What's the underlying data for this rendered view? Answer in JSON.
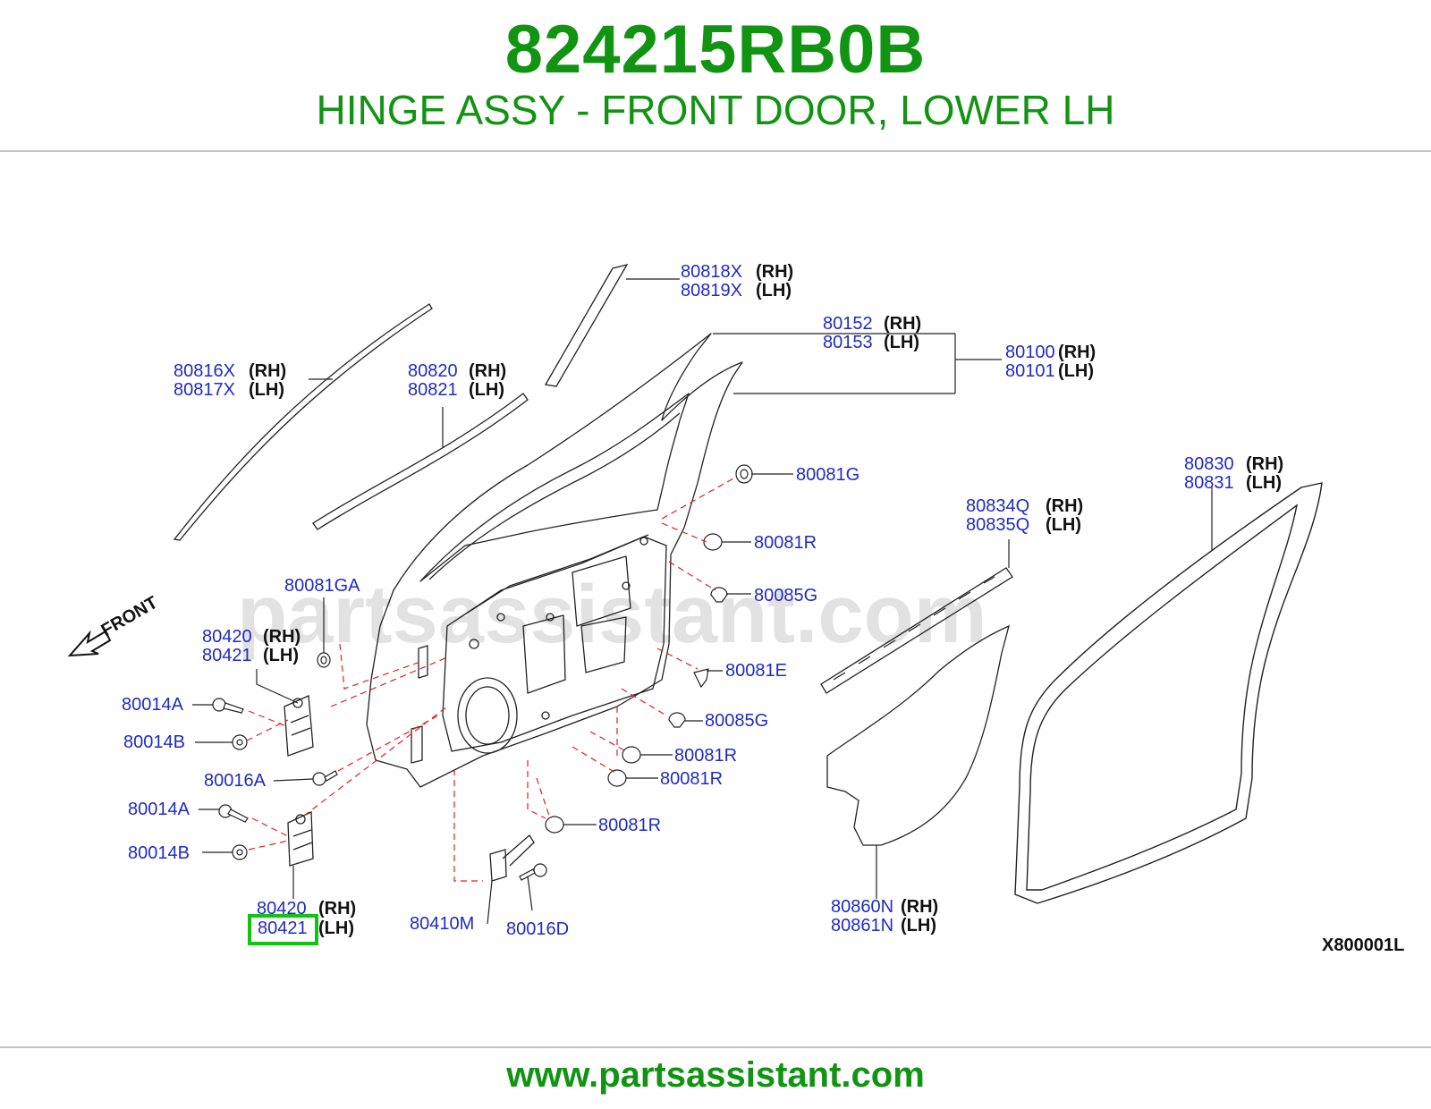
{
  "header": {
    "part_number": "824215RB0B",
    "description": "HINGE ASSY - FRONT DOOR, LOWER LH"
  },
  "watermark": "partsassistant.com",
  "front_label": "FRONT",
  "diagram_code": "X800001L",
  "highlighted_part": "80421",
  "highlight_color": "#11c411",
  "callouts": [
    {
      "id": "80818x",
      "text": "80818X",
      "side": "(RH)"
    },
    {
      "id": "80819x",
      "text": "80819X",
      "side": "(LH)"
    },
    {
      "id": "80152",
      "text": "80152",
      "side": "(RH)"
    },
    {
      "id": "80153",
      "text": "80153",
      "side": "(LH)"
    },
    {
      "id": "80100",
      "text": "80100",
      "side": "(RH)"
    },
    {
      "id": "80101",
      "text": "80101",
      "side": "(LH)"
    },
    {
      "id": "80816x",
      "text": "80816X",
      "side": "(RH)"
    },
    {
      "id": "80817x",
      "text": "80817X",
      "side": "(LH)"
    },
    {
      "id": "80820",
      "text": "80820",
      "side": "(RH)"
    },
    {
      "id": "80821",
      "text": "80821",
      "side": "(LH)"
    },
    {
      "id": "80081g",
      "text": "80081G",
      "side": ""
    },
    {
      "id": "80830",
      "text": "80830",
      "side": "(RH)"
    },
    {
      "id": "80831",
      "text": "80831",
      "side": "(LH)"
    },
    {
      "id": "80834q",
      "text": "80834Q",
      "side": "(RH)"
    },
    {
      "id": "80835q",
      "text": "80835Q",
      "side": "(LH)"
    },
    {
      "id": "80081r-1",
      "text": "80081R",
      "side": ""
    },
    {
      "id": "80081ga",
      "text": "80081GA",
      "side": ""
    },
    {
      "id": "80085g-1",
      "text": "80085G",
      "side": ""
    },
    {
      "id": "80420-top",
      "text": "80420",
      "side": "(RH)"
    },
    {
      "id": "80421-top",
      "text": "80421",
      "side": "(LH)"
    },
    {
      "id": "80081e",
      "text": "80081E",
      "side": ""
    },
    {
      "id": "80014a-1",
      "text": "80014A",
      "side": ""
    },
    {
      "id": "80085g-2",
      "text": "80085G",
      "side": ""
    },
    {
      "id": "80014b-1",
      "text": "80014B",
      "side": ""
    },
    {
      "id": "80081r-2",
      "text": "80081R",
      "side": ""
    },
    {
      "id": "80016a",
      "text": "80016A",
      "side": ""
    },
    {
      "id": "80081r-3",
      "text": "80081R",
      "side": ""
    },
    {
      "id": "80014a-2",
      "text": "80014A",
      "side": ""
    },
    {
      "id": "80081r-4",
      "text": "80081R",
      "side": ""
    },
    {
      "id": "80014b-2",
      "text": "80014B",
      "side": ""
    },
    {
      "id": "80420-bot",
      "text": "80420",
      "side": "(RH)"
    },
    {
      "id": "80421-bot",
      "text": "80421",
      "side": "(LH)"
    },
    {
      "id": "80410m",
      "text": "80410M",
      "side": ""
    },
    {
      "id": "80016d",
      "text": "80016D",
      "side": ""
    },
    {
      "id": "80860n",
      "text": "80860N",
      "side": "(RH)"
    },
    {
      "id": "80861n",
      "text": "80861N",
      "side": "(LH)"
    }
  ],
  "footer": {
    "url": "www.partsassistant.com"
  }
}
